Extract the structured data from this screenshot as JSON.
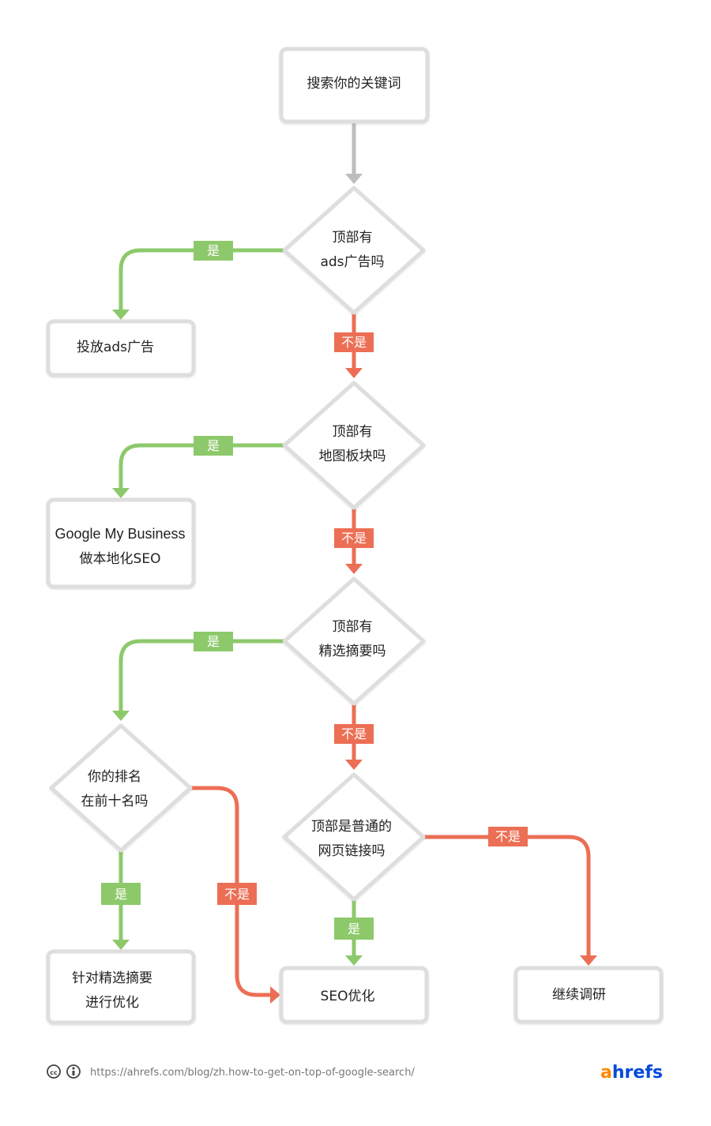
{
  "colors": {
    "yes": "#8dc96b",
    "no": "#ec6f55",
    "start_arrow": "#bdbdbd",
    "box_border": "#dedede",
    "brand_a": "#ff8800",
    "brand_rest": "#054ada"
  },
  "nodes": {
    "start": "搜索你的关键词",
    "q1_line1": "顶部有",
    "q1_line2": "ads广告吗",
    "ads_result": "投放ads广告",
    "q2_line1": "顶部有",
    "q2_line2": "地图板块吗",
    "gmb_line1": "Google My Business",
    "gmb_line2": "做本地化SEO",
    "q3_line1": "顶部有",
    "q3_line2": "精选摘要吗",
    "q4_line1": "你的排名",
    "q4_line2": "在前十名吗",
    "q5_line1": "顶部是普通的",
    "q5_line2": "网页链接吗",
    "snippet_line1": "针对精选摘要",
    "snippet_line2": "进行优化",
    "seo": "SEO优化",
    "research": "继续调研"
  },
  "tags": {
    "yes": "是",
    "no": "不是"
  },
  "footer": {
    "cc_icon": "cc-icon",
    "info_icon": "attribution-icon",
    "url": "https://ahrefs.com/blog/zh.how-to-get-on-top-of-google-search/",
    "brand_a": "a",
    "brand_rest": "hrefs"
  }
}
